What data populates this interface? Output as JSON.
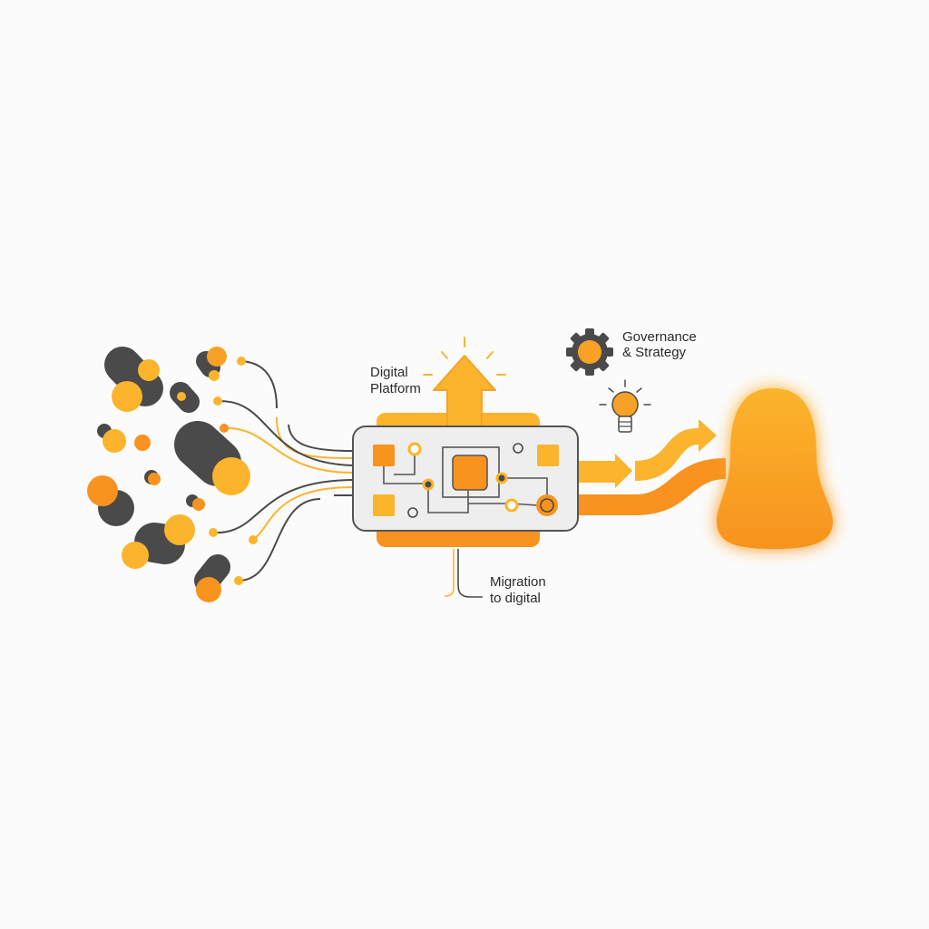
{
  "labels": {
    "platform": [
      "Digital",
      "Platform"
    ],
    "governance": [
      "Governance",
      "& Strategy"
    ],
    "migration": [
      "Migration",
      "to digital"
    ]
  },
  "icons": [
    "gear-icon",
    "lightbulb-icon",
    "up-arrow-icon",
    "right-arrow-icon"
  ],
  "colors": {
    "dark": "#4a4a4a",
    "yellow": "#fbb42c",
    "orange": "#f7931e",
    "board": "#eeeeee"
  }
}
